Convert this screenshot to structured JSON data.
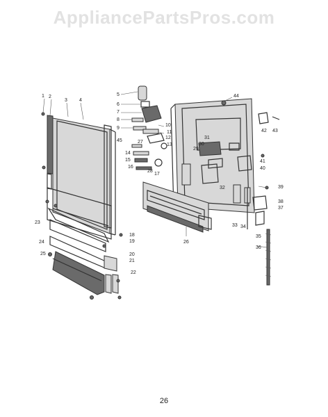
{
  "watermark": "AppliancePartsPros.com",
  "page_number": "26",
  "colors": {
    "watermark": "#e2e2e2",
    "ink": "#333333"
  },
  "callouts": [
    "1",
    "2",
    "3",
    "4",
    "5",
    "6",
    "7",
    "8",
    "9",
    "10",
    "11",
    "12",
    "13",
    "14",
    "15",
    "16",
    "17",
    "18",
    "19",
    "20",
    "21",
    "22",
    "23",
    "24",
    "25",
    "26",
    "27",
    "28",
    "29",
    "30",
    "31",
    "32",
    "33",
    "34",
    "35",
    "36",
    "37",
    "38",
    "39",
    "40",
    "41",
    "42",
    "43",
    "44",
    "45"
  ]
}
